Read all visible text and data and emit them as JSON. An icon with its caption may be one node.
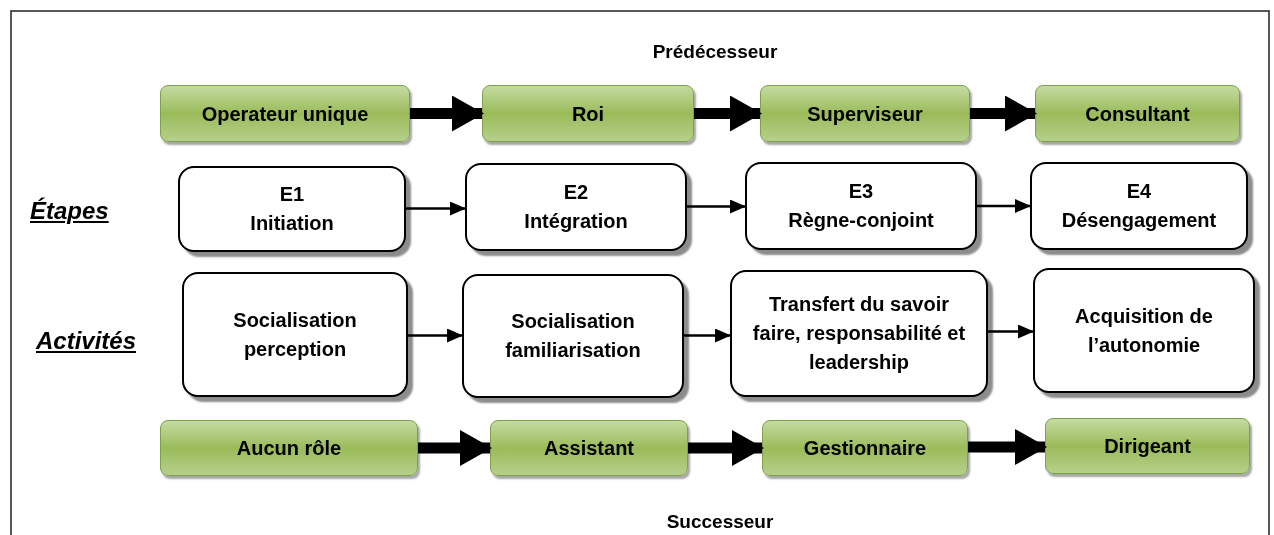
{
  "diagram": {
    "nodes": [
      {
        "text": [
          "Operateur unique"
        ]
      },
      {
        "text": [
          "Roi"
        ]
      },
      {
        "text": [
          "Superviseur"
        ]
      },
      {
        "text": [
          "Consultant"
        ]
      },
      {
        "text": [
          "E1",
          "Initiation"
        ]
      },
      {
        "text": [
          "E2",
          "Intégration"
        ]
      },
      {
        "text": [
          "E3",
          "Règne-conjoint"
        ]
      },
      {
        "text": [
          "E4",
          "Désengagement"
        ]
      },
      {
        "text": [
          "Socialisation perception"
        ]
      },
      {
        "text": [
          "Socialisation familiarisation"
        ]
      },
      {
        "text": [
          "Transfert du savoir faire, responsabilité et leadership"
        ]
      },
      {
        "text": [
          "Acquisition de l’autonomie"
        ]
      },
      {
        "text": [
          "Aucun rôle"
        ]
      },
      {
        "text": [
          "Assistant"
        ]
      },
      {
        "text": [
          "Gestionnaire"
        ]
      },
      {
        "text": [
          "Dirigeant"
        ]
      }
    ],
    "edges": [
      {
        "from": 0,
        "to": 1,
        "arrow": "to",
        "style": "thick"
      },
      {
        "from": 1,
        "to": 2,
        "arrow": "to",
        "style": "thick"
      },
      {
        "from": 2,
        "to": 3,
        "arrow": "to",
        "style": "thick"
      },
      {
        "from": 4,
        "to": 5,
        "arrow": "to"
      },
      {
        "from": 5,
        "to": 6,
        "arrow": "to"
      },
      {
        "from": 6,
        "to": 7,
        "arrow": "to"
      },
      {
        "from": 8,
        "to": 9,
        "arrow": "to"
      },
      {
        "from": 9,
        "to": 10,
        "arrow": "to"
      },
      {
        "from": 10,
        "to": 11,
        "arrow": "to"
      },
      {
        "from": 12,
        "to": 13,
        "arrow": "to",
        "style": "thick"
      },
      {
        "from": 13,
        "to": 14,
        "arrow": "to",
        "style": "thick"
      },
      {
        "from": 14,
        "to": 15,
        "arrow": "to",
        "style": "thick"
      }
    ],
    "labels": [
      "Prédécesseur",
      "Étapes",
      "Activités",
      "Successeur"
    ]
  }
}
